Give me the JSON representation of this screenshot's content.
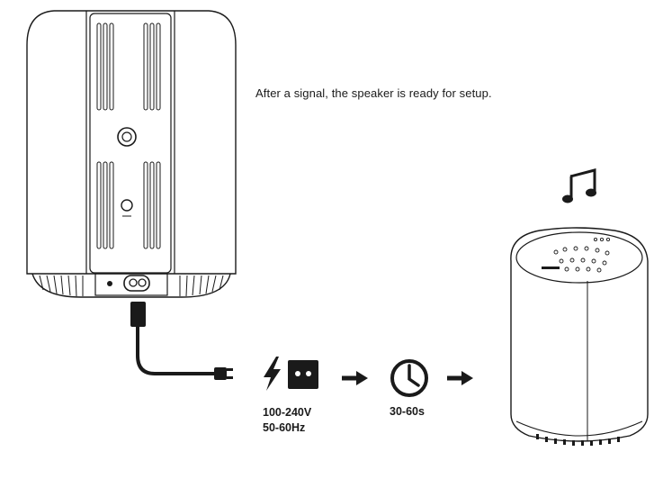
{
  "caption": "After a signal, the speaker is ready for setup.",
  "power_spec": {
    "voltage": "100-240V",
    "frequency": "50-60Hz"
  },
  "startup_time": "30-60s",
  "icons": {
    "power": "lightning-bolt-icon",
    "outlet": "power-outlet-icon",
    "wait": "clock-icon",
    "sound": "music-note-icon"
  },
  "colors": {
    "line": "#1a1a1a",
    "background": "#ffffff"
  }
}
